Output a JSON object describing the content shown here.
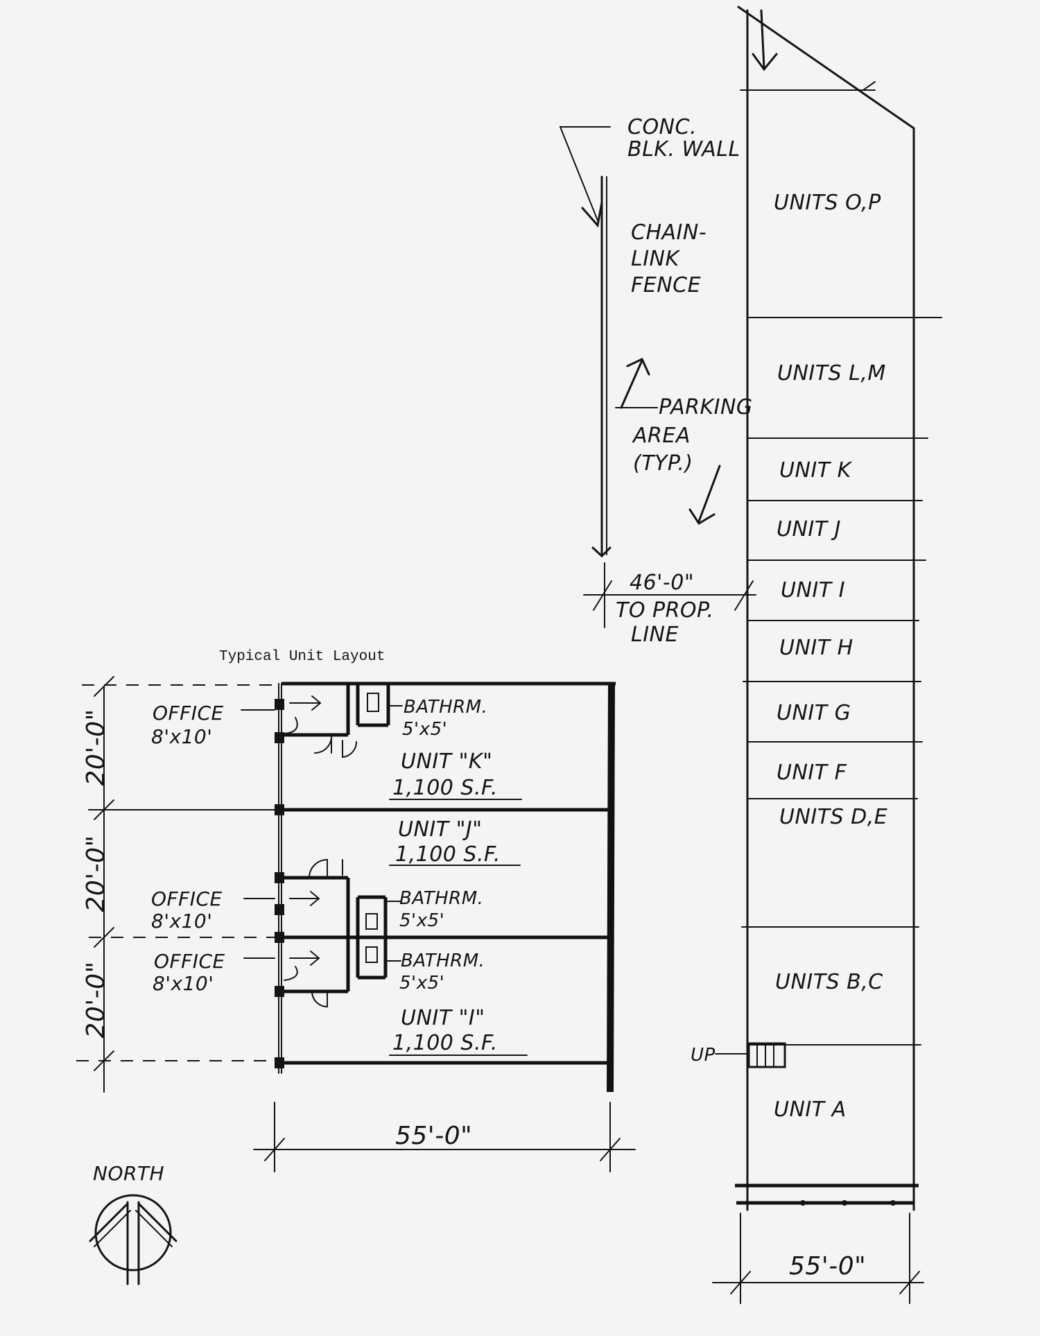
{
  "site_plan": {
    "callouts": {
      "wall": [
        "CONC.",
        "BLK. WALL"
      ],
      "fence": [
        "CHAIN-",
        "LINK",
        "FENCE"
      ],
      "parking": [
        "PARKING",
        "AREA",
        "(TYP.)"
      ],
      "setback": [
        "46'-0\"",
        "TO PROP.",
        "LINE"
      ],
      "stairs": "UP"
    },
    "units": [
      "UNITS O,P",
      "UNITS L,M",
      "UNIT K",
      "UNIT J",
      "UNIT I",
      "UNIT H",
      "UNIT G",
      "UNIT F",
      "UNITS D,E",
      "UNITS B,C",
      "UNIT A"
    ],
    "width_dimension": "55'-0\""
  },
  "typical_unit_layout": {
    "title": "Typical Unit Layout",
    "row_height_dimensions": [
      "20'-0\"",
      "20'-0\"",
      "20'-0\""
    ],
    "width_dimension": "55'-0\"",
    "units": [
      {
        "name": "UNIT \"K\"",
        "area": "1,100 S.F.",
        "office_label": "OFFICE",
        "office_size": "8'x10'",
        "bathroom_label": "BATHRM.",
        "bathroom_size": "5'x5'"
      },
      {
        "name": "UNIT \"J\"",
        "area": "1,100 S.F.",
        "office_label": "OFFICE",
        "office_size": "8'x10'",
        "bathroom_label": "BATHRM.",
        "bathroom_size": "5'x5'"
      },
      {
        "name": "UNIT \"I\"",
        "area": "1,100 S.F.",
        "office_label": "OFFICE",
        "office_size": "8'x10'",
        "bathroom_label": "BATHRM.",
        "bathroom_size": "5'x5'"
      }
    ]
  },
  "north_arrow": {
    "label": "NORTH"
  }
}
